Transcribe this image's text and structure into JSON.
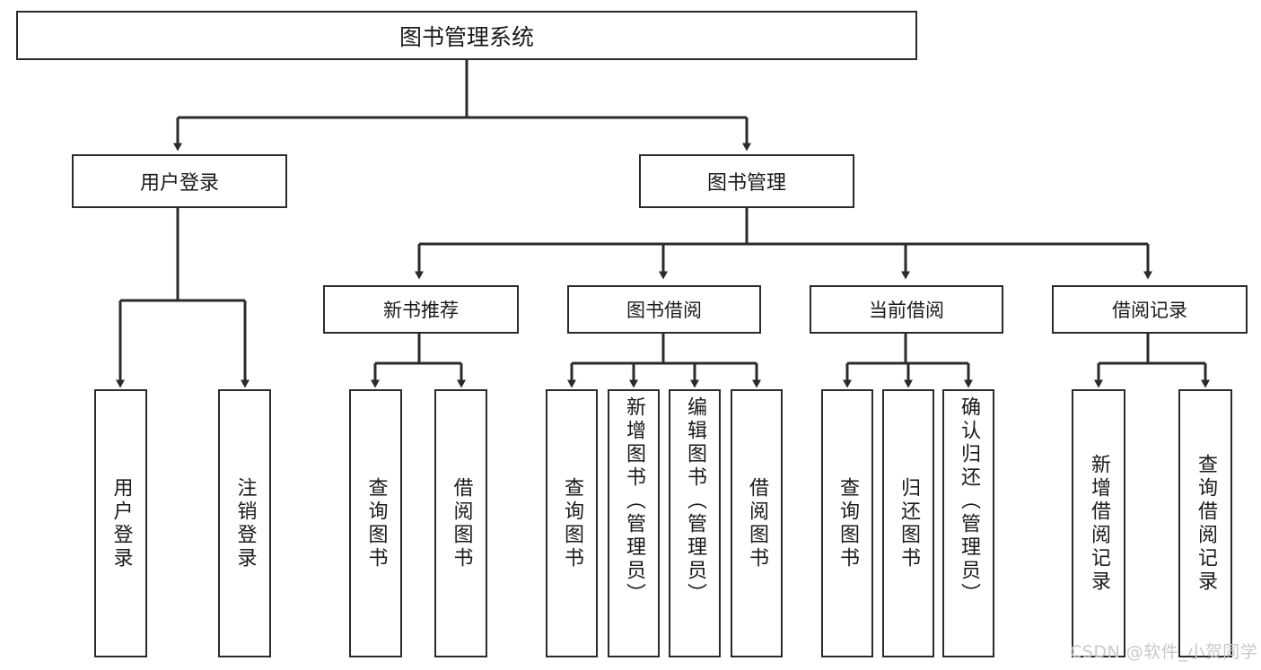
{
  "diagram": {
    "type": "tree-hierarchy-function-chart",
    "root": {
      "label": "图书管理系统"
    },
    "level1": [
      {
        "label": "用户登录"
      },
      {
        "label": "图书管理"
      }
    ],
    "level2": [
      {
        "label": "新书推荐"
      },
      {
        "label": "图书借阅"
      },
      {
        "label": "当前借阅"
      },
      {
        "label": "借阅记录"
      }
    ],
    "leaves": {
      "user_login": [
        {
          "label": "用户登录"
        },
        {
          "label": "注销登录"
        }
      ],
      "new_book_recommend": [
        {
          "label": "查询图书"
        },
        {
          "label": "借阅图书"
        }
      ],
      "book_borrow": [
        {
          "label": "查询图书"
        },
        {
          "label": "新增图书（管理员）"
        },
        {
          "label": "编辑图书（管理员）"
        },
        {
          "label": "借阅图书"
        }
      ],
      "current_borrow": [
        {
          "label": "查询图书"
        },
        {
          "label": "归还图书"
        },
        {
          "label": "确认归还（管理员）"
        }
      ],
      "borrow_record": [
        {
          "label": "新增借阅记录"
        },
        {
          "label": "查询借阅记录"
        }
      ]
    },
    "watermark": "CSDN @软件_小贺同学",
    "colors": {
      "stroke": "#2b2b2b",
      "fill": "#ffffff",
      "text": "#1a1a1a",
      "watermark": "#c9c9c9"
    }
  }
}
